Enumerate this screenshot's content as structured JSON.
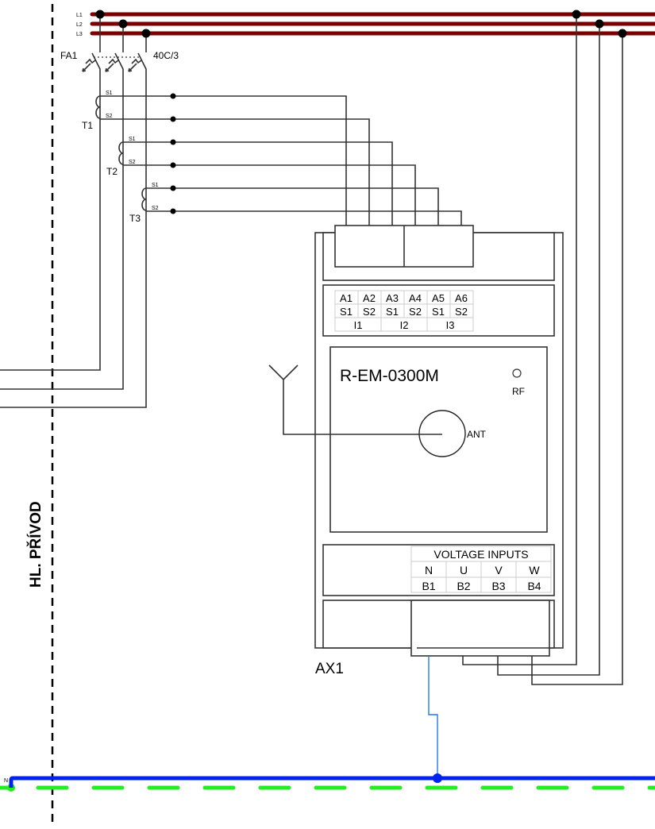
{
  "diagram": {
    "title_vertical": "HL. PŘÍVOD",
    "colors": {
      "phase_bus": "#7a0000",
      "neutral_bus": "#0022ee",
      "pe_bus": "#22ee22",
      "signal_wire": "#2277ee",
      "wire": "#333333",
      "divider": "#000000"
    },
    "bus_labels": {
      "l1": "L1",
      "l2": "L2",
      "l3": "L3",
      "n": "N"
    },
    "breaker": {
      "name": "FA1",
      "rating": "40C/3"
    },
    "transformers": [
      {
        "name": "T1",
        "s1": "S1",
        "s2": "S2"
      },
      {
        "name": "T2",
        "s1": "S1",
        "s2": "S2"
      },
      {
        "name": "T3",
        "s1": "S1",
        "s2": "S2"
      }
    ],
    "device": {
      "designation": "AX1",
      "model": "R-EM-0300M",
      "rf_label": "RF",
      "ant_label": "ANT",
      "current_inputs": {
        "terminals": [
          "A1",
          "A2",
          "A3",
          "A4",
          "A5",
          "A6"
        ],
        "polarity": [
          "S1",
          "S2",
          "S1",
          "S2",
          "S1",
          "S2"
        ],
        "groups": [
          "I1",
          "I2",
          "I3"
        ]
      },
      "voltage_inputs": {
        "title": "VOLTAGE INPUTS",
        "phases": [
          "N",
          "U",
          "V",
          "W"
        ],
        "terminals": [
          "B1",
          "B2",
          "B3",
          "B4"
        ]
      }
    }
  }
}
